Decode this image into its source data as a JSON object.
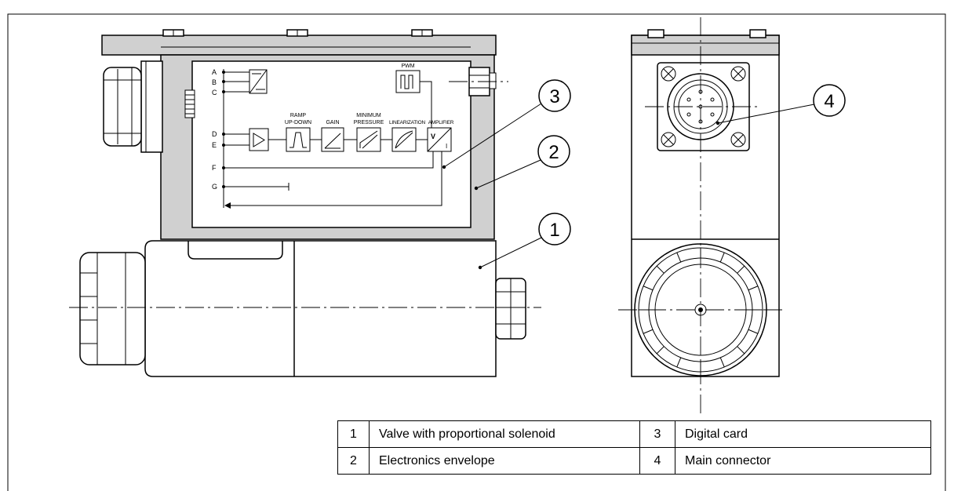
{
  "diagram": {
    "ports": {
      "a": "A",
      "b": "B",
      "c": "C",
      "d": "D",
      "e": "E",
      "f": "F",
      "g": "G"
    },
    "blocks": {
      "ramp_line1": "RAMP",
      "ramp_line2": "UP-DOWN",
      "gain": "GAIN",
      "min_pressure_line1": "MINIMUM",
      "min_pressure_line2": "PRESSURE",
      "linearization": "LINEARIZATION",
      "amplifier": "AMPLIFIER",
      "amplifier_in": "V",
      "amplifier_out": "I",
      "pwm": "PWM"
    },
    "callouts": {
      "c1": "1",
      "c2": "2",
      "c3": "3",
      "c4": "4"
    }
  },
  "legend": {
    "rows": [
      {
        "num_left": "1",
        "text_left": "Valve with proportional solenoid",
        "num_right": "3",
        "text_right": "Digital card"
      },
      {
        "num_left": "2",
        "text_left": "Electronics envelope",
        "num_right": "4",
        "text_right": "Main connector"
      }
    ]
  },
  "colors": {
    "line": "#000000",
    "fill_gray": "#d0d0d0",
    "background": "#ffffff"
  }
}
